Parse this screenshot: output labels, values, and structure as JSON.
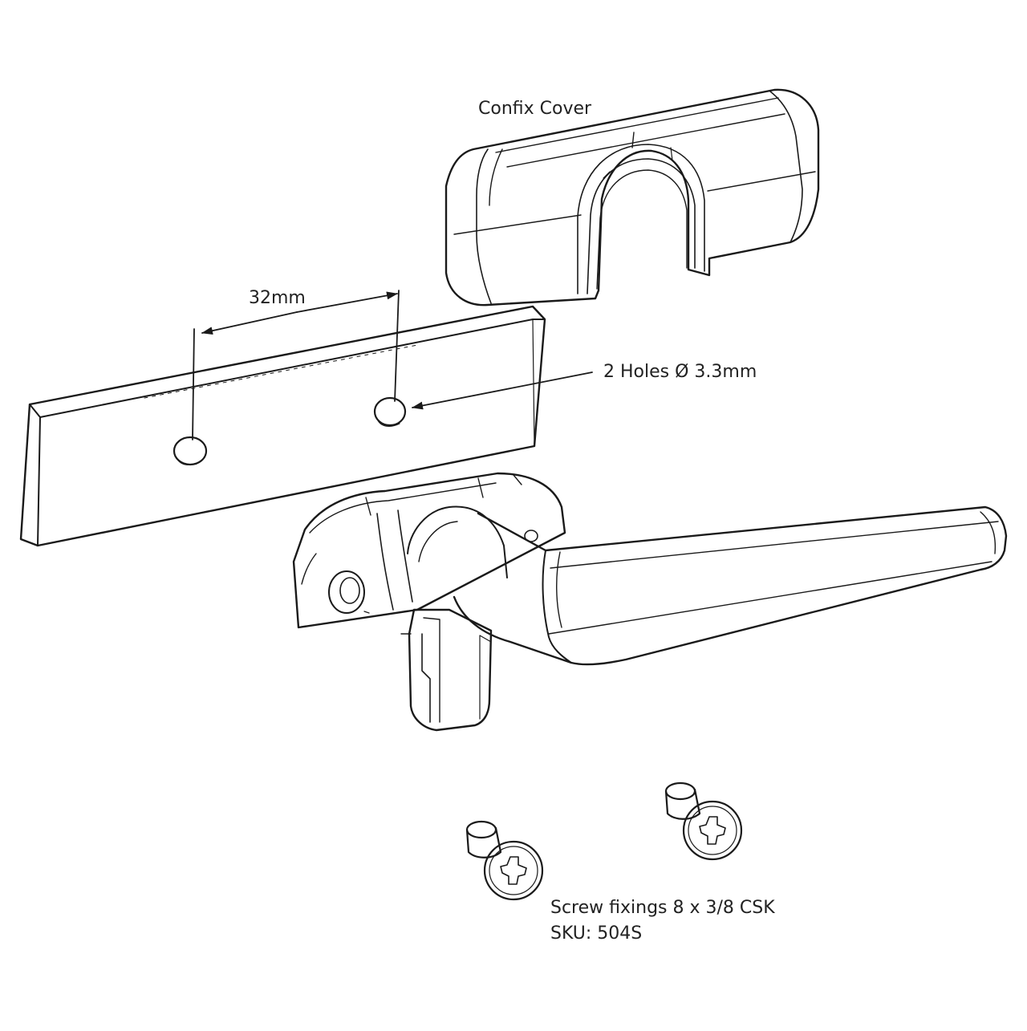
{
  "labels": {
    "cover": "Confix Cover",
    "spacing": "32mm",
    "holes": "2 Holes Ø 3.3mm",
    "screws_line1": "Screw fixings 8 x 3/8 CSK",
    "screws_line2": "SKU: 504S"
  },
  "colors": {
    "line": "#1a1a1a",
    "text": "#222222",
    "background": "#ffffff"
  }
}
